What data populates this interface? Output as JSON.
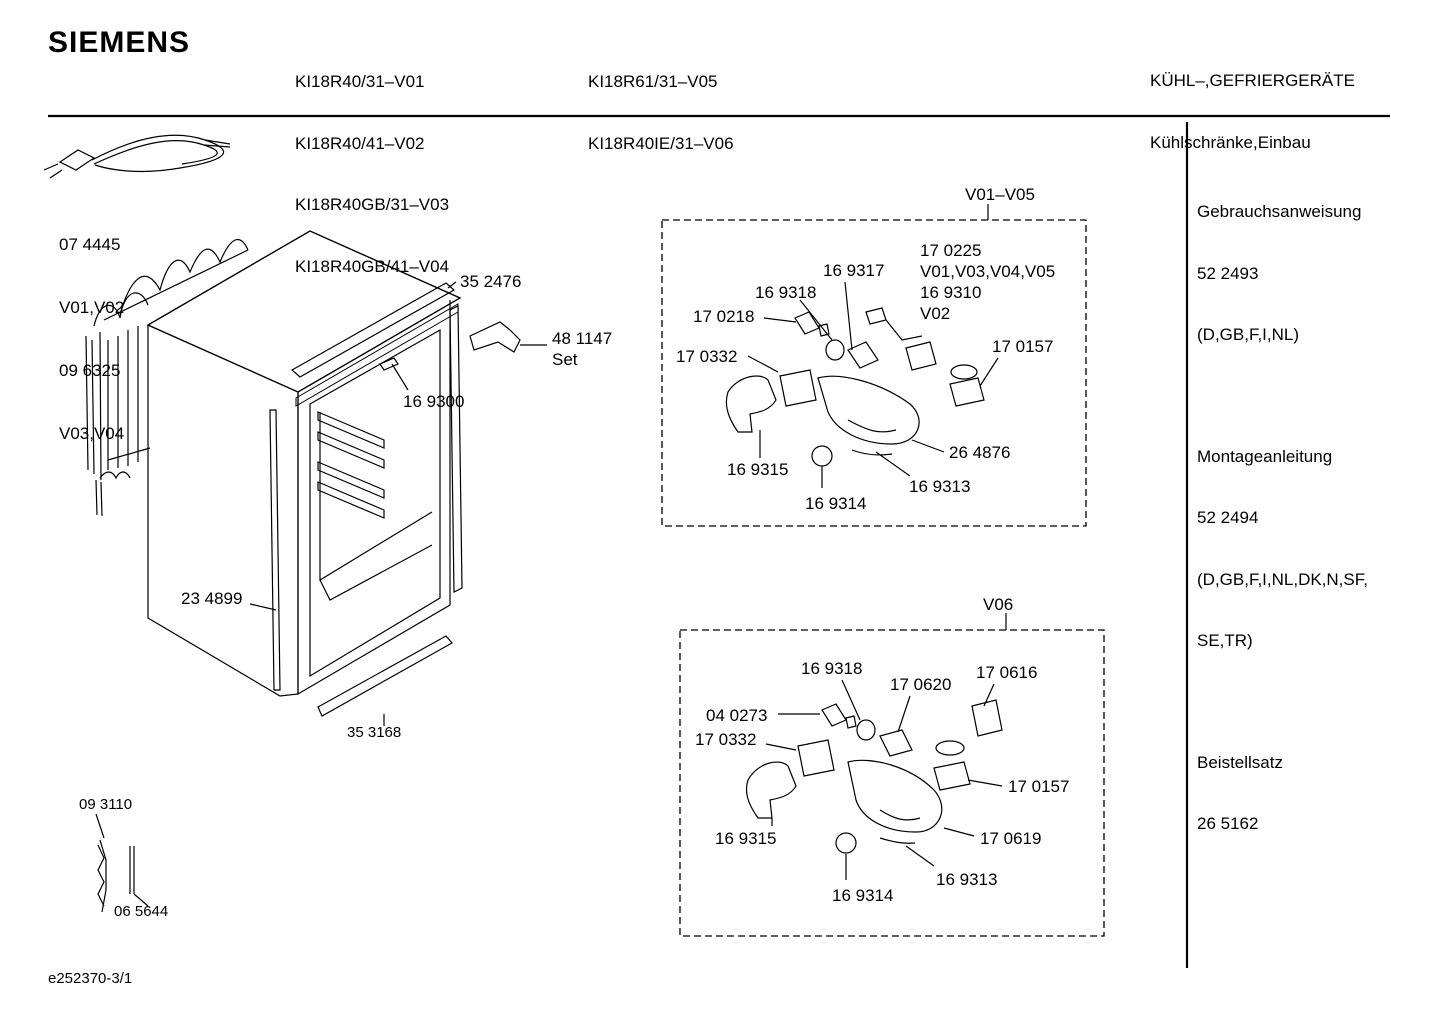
{
  "header": {
    "brand": "SIEMENS",
    "models_col1": [
      "KI18R40/31–V01",
      "KI18R40/41–V02",
      "KI18R40GB/31–V03",
      "KI18R40GB/41–V04"
    ],
    "models_col2": [
      "KI18R61/31–V05",
      "KI18R40IE/31–V06"
    ],
    "category": [
      "KÜHL–,GEFRIERGERÄTE",
      "Kühlschränke,Einbau"
    ]
  },
  "sidebar": {
    "groups": [
      {
        "title": "Gebrauchsanweisung",
        "lines": [
          "52 2493",
          "(D,GB,F,I,NL)"
        ]
      },
      {
        "title": "Montageanleitung",
        "lines": [
          "52 2494",
          "(D,GB,F,I,NL,DK,N,SF,",
          "SE,TR)"
        ]
      },
      {
        "title": "Beistellsatz",
        "lines": [
          "26 5162"
        ]
      }
    ]
  },
  "cable": {
    "lines": [
      "07 4445",
      "V01,V02",
      "09 6325",
      "V03,V04"
    ]
  },
  "main_parts": {
    "top_strip": "35 2476",
    "bracket": [
      "48 1147",
      "Set"
    ],
    "sensor": "16 9300",
    "side_seal": "23 4899",
    "bottom_strip": "35 3168"
  },
  "box_v01_v05": {
    "title": "V01–V05",
    "p170225": "17 0225",
    "p170225_variant": "V01,V03,V04,V05",
    "p169310": "16 9310",
    "p169310_variant": "V02",
    "p169317": "16 9317",
    "p169318": "16 9318",
    "p170218": "17 0218",
    "p170157": "17 0157",
    "p170332": "17 0332",
    "p264876": "26 4876",
    "p169315": "16 9315",
    "p169313": "16 9313",
    "p169314": "16 9314"
  },
  "box_v06": {
    "title": "V06",
    "p169318": "16 9318",
    "p170620": "17 0620",
    "p170616": "17 0616",
    "p040273": "04 0273",
    "p170332": "17 0332",
    "p170157": "17 0157",
    "p169315": "16 9315",
    "p170619": "17 0619",
    "p169313": "16 9313",
    "p169314": "16 9314"
  },
  "thermostat": {
    "probe": "09 3110",
    "tube": "06 5644"
  },
  "footer": {
    "code": "e252370-3/1"
  }
}
